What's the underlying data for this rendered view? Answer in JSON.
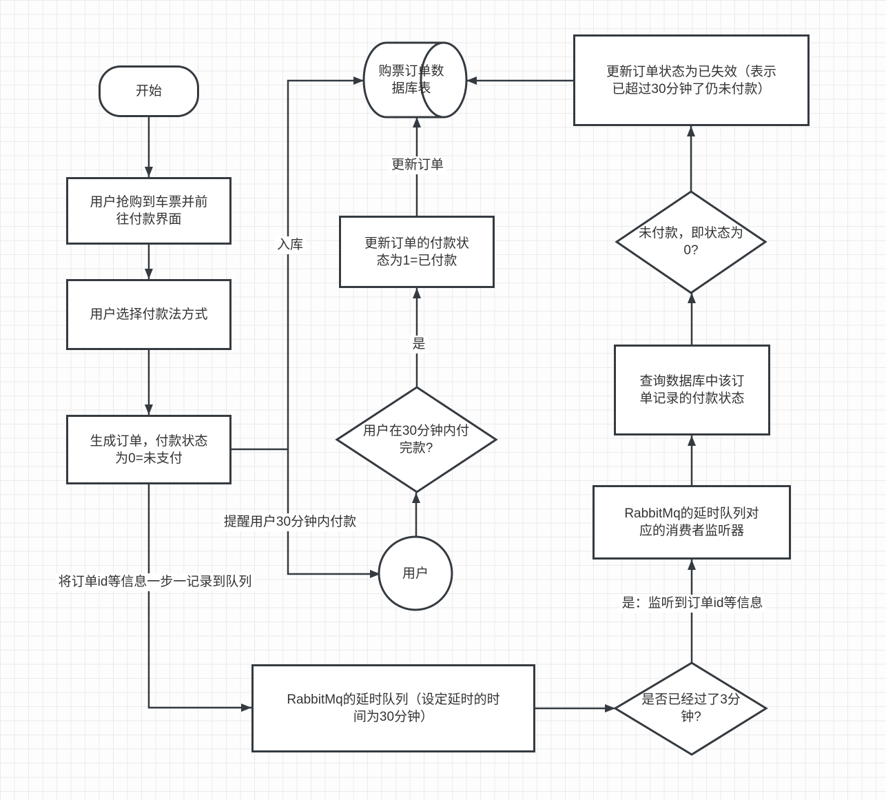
{
  "colors": {
    "stroke": "#343a40",
    "text": "#333333",
    "grid": "#ebebeb",
    "bg": "#fdfdfd",
    "fill": "#ffffff"
  },
  "nodes": {
    "start": {
      "label": "开始"
    },
    "purchase": {
      "label": "用户抢购到车票并前\n往付款界面"
    },
    "choose_payment": {
      "label": "用户选择付款法方式"
    },
    "create_order": {
      "label": "生成订单，付款状态\n为0=未支付"
    },
    "db_table": {
      "label": "购票订单数\n据库表"
    },
    "invalidate_order": {
      "label": "更新订单状态为已失效（表示\n已超过30分钟了仍未付款）"
    },
    "update_paid": {
      "label": "更新订单的付款状\n态为1=已付款"
    },
    "paid_within_30": {
      "label": "用户在30分钟内付\n完款?"
    },
    "unpaid_status": {
      "label": "未付款，即状态为\n0?"
    },
    "query_status": {
      "label": "查询数据库中该订\n单记录的付款状态"
    },
    "consumer_listener": {
      "label": "RabbitMq的延时队列对\n应的消费者监听器"
    },
    "elapsed_3min": {
      "label": "是否已经过了3分\n钟?"
    },
    "delay_queue": {
      "label": "RabbitMq的延时队列（设定延时的时\n间为30分钟）"
    },
    "user": {
      "label": "用户"
    }
  },
  "edge_labels": {
    "to_db": "入库",
    "update_order": "更新订单",
    "yes": "是",
    "remind_user": "提醒用户30分钟内付款",
    "record_to_queue": "将订单id等信息一步一记录到队列",
    "listened": "是：监听到订单id等信息"
  }
}
